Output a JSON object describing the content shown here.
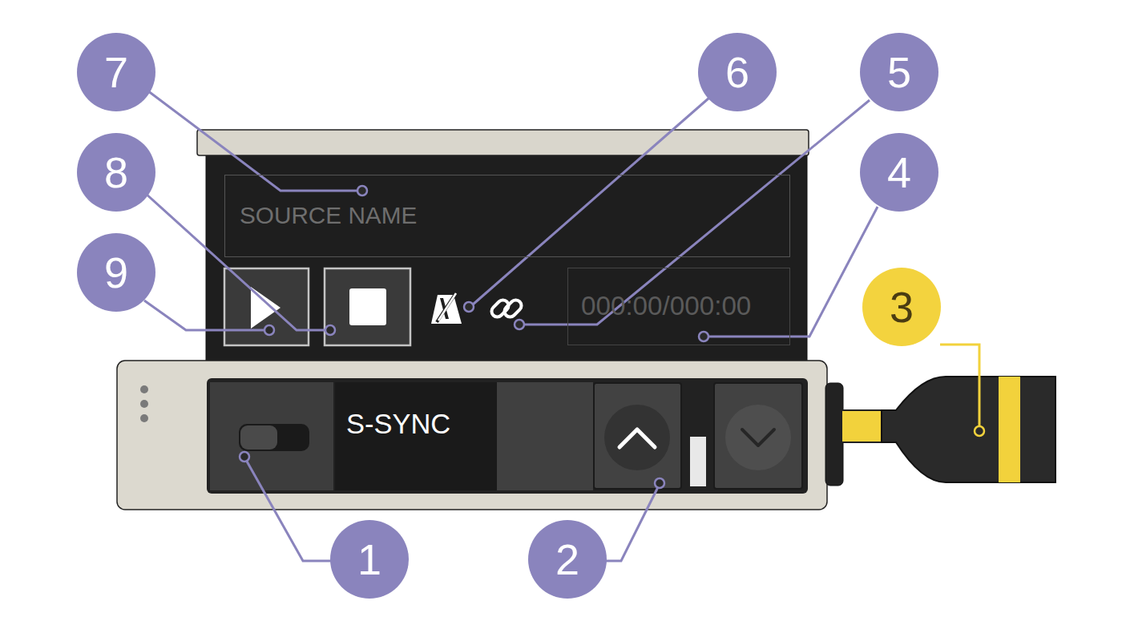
{
  "diagram": {
    "nodes": [
      {
        "text": [
          "SOURCE NAME"
        ]
      },
      {
        "text": [
          "000:00/000:00"
        ]
      },
      {
        "text": [
          "S-SYNC"
        ]
      }
    ],
    "labels": [
      "7",
      "6",
      "5",
      "8",
      "4",
      "9",
      "3",
      "1",
      "2"
    ]
  }
}
